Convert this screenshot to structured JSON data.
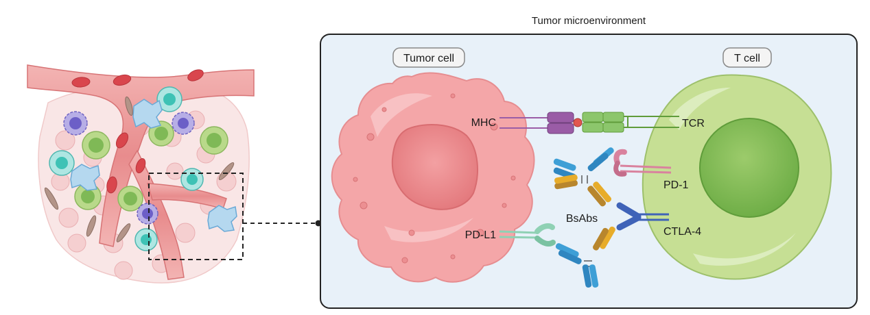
{
  "figure": {
    "title": "Tumor microenvironment",
    "labels": {
      "tumor_cell": "Tumor cell",
      "t_cell": "T cell",
      "mhc": "MHC",
      "tcr": "TCR",
      "pd1": "PD-1",
      "bsabs": "BsAbs",
      "ctla4": "CTLA-4",
      "pdl1": "PD-L1"
    }
  },
  "colors": {
    "panel_bg": "#e8f1f9",
    "tumor_cell": "#f4a6a8",
    "tumor_nucleus": "#e98386",
    "t_cell_outer": "#c6df94",
    "t_cell_nucleus": "#7fb956",
    "vessel": "#e98b8c",
    "mhc": "#9a5ca6",
    "tcr": "#8cc66c",
    "pd1": "#d9829e",
    "pdl1": "#8fd1b4",
    "ctla4": "#3f63b8",
    "ab_blue": "#3e9fd6",
    "ab_gold": "#e7ac2a",
    "ab_brown": "#b8862d"
  }
}
